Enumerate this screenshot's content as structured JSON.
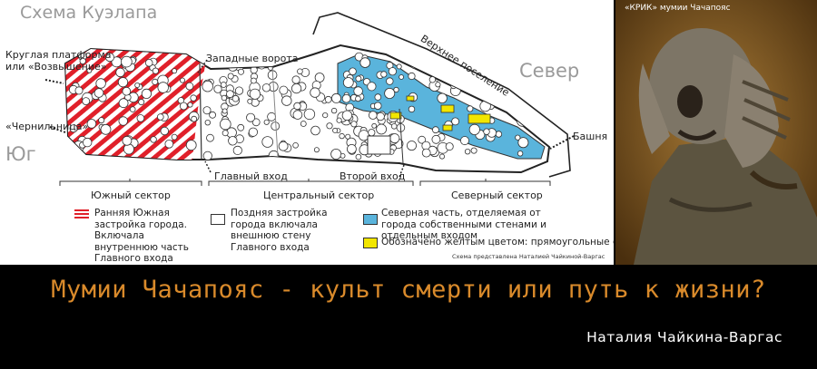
{
  "diagram": {
    "title": "Схема Куэлапа",
    "label_south": "Юг",
    "label_north": "Север",
    "label_platform": "Круглая платформа\nили «Возвышение»",
    "label_inkwell": "«Чернильница»",
    "label_west_gate": "Западные ворота",
    "label_upper_settlement": "Верхнее поселение",
    "label_tower": "Башня",
    "label_main_entrance": "Главный вход",
    "label_second_entrance": "Второй вход",
    "sector_south": "Южный сектор",
    "sector_central": "Центральный сектор",
    "sector_north": "Северный сектор",
    "credit": "Схема представлена Наталией Чайкиной-Варгас"
  },
  "legend": {
    "red_text": "Ранняя Южная застройка города. Включала внутреннюю часть Главного входа",
    "white_text": "Поздняя застройка города включала внешнюю стену Главного входа",
    "blue_text": "Северная часть, отделяемая от города собственными стенами и отдельным входом",
    "yellow_text": "Обозначено желтым цветом: прямоугольные строения",
    "colors": {
      "red": "#e0202a",
      "blue": "#5ab4dc",
      "yellow": "#f2e600"
    }
  },
  "photo": {
    "caption": "«КРИК» мумии Чачапояс"
  },
  "banner": {
    "title": "Мумии Чачапояс - культ смерти или путь к жизни?",
    "author": "Наталия Чайкина-Варгас"
  }
}
